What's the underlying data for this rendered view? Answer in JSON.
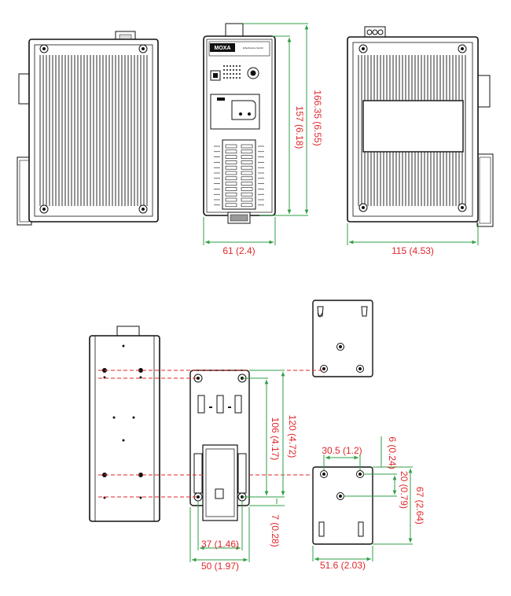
{
  "colors": {
    "line": "#111111",
    "dimension": "#e0262b",
    "leader": "#2f9e44",
    "panel": "#f2f2f2",
    "rail": "#e6e6e6"
  },
  "front_panel": {
    "brand": "MOXA",
    "model": "EtherDevice Switch"
  },
  "dimensions": {
    "front_height_total": "166.35 (6.55)",
    "front_height_body": "157 (6.18)",
    "front_width": "61 (2.4)",
    "side_depth": "115 (4.53)",
    "din_hole_spacing": "120 (4.72)",
    "din_inner_height": "106 (4.17)",
    "din_bottom_offset": "7 (0.28)",
    "din_inner_width": "37 (1.46)",
    "din_total_width": "50 (1.97)",
    "wall_top_offset": "6 (0.24)",
    "wall_hole_spacing": "30.5 (1.2)",
    "wall_center_offset": "20 (0.79)",
    "wall_height": "67 (2.64)",
    "wall_width": "51.6 (2.03)"
  }
}
